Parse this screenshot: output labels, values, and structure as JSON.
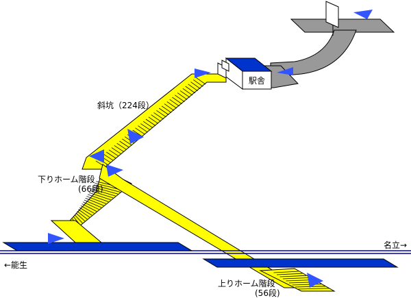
{
  "labels": {
    "station_building": "駅舎",
    "incline_shaft": "斜坑（224段）",
    "down_platform_stairs": "下りホーム階段",
    "down_platform_steps": "(66段)",
    "up_platform_stairs": "上りホーム階段",
    "up_platform_steps": "(56段)",
    "direction_nadachi": "名立→",
    "direction_nou": "←能生"
  },
  "colors": {
    "stairs": "#ffff00",
    "platform": "#0033cc",
    "building_roof": "#0033cc",
    "road": "#999999",
    "arrow": "#3355ff",
    "track": "#0000aa",
    "outline": "#000000"
  },
  "icons": {
    "direction_marker": "triangle-flag-icon",
    "sign": "signboard-icon"
  }
}
